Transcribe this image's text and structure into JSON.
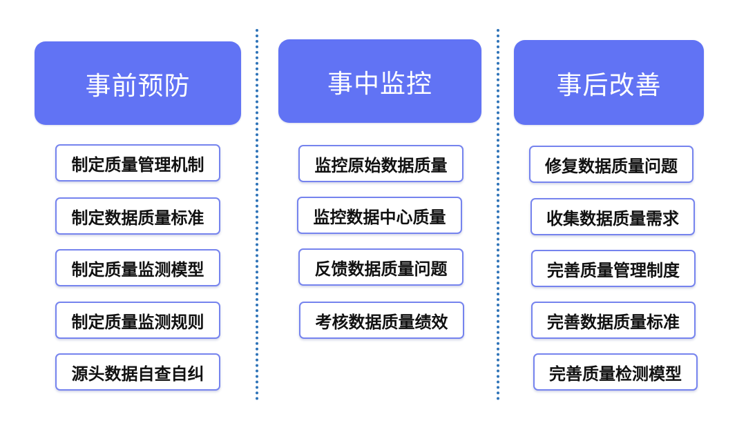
{
  "columns": [
    {
      "title": "事前预防",
      "items": [
        "制定质量管理机制",
        "制定数据质量标准",
        "制定质量监测模型",
        "制定质量监测规则",
        "源头数据自查自纠"
      ]
    },
    {
      "title": "事中监控",
      "items": [
        "监控原始数据质量",
        "监控数据中心质量",
        "反馈数据质量问题",
        "考核数据质量绩效"
      ]
    },
    {
      "title": "事后改善",
      "items": [
        "修复数据质量问题",
        "收集数据质量需求",
        "完善质量管理制度",
        "完善数据质量标准",
        "完善质量检测模型"
      ]
    }
  ],
  "colors": {
    "header_bg": "#6173f4",
    "item_border": "#7583ee",
    "divider": "#2e73b8"
  }
}
